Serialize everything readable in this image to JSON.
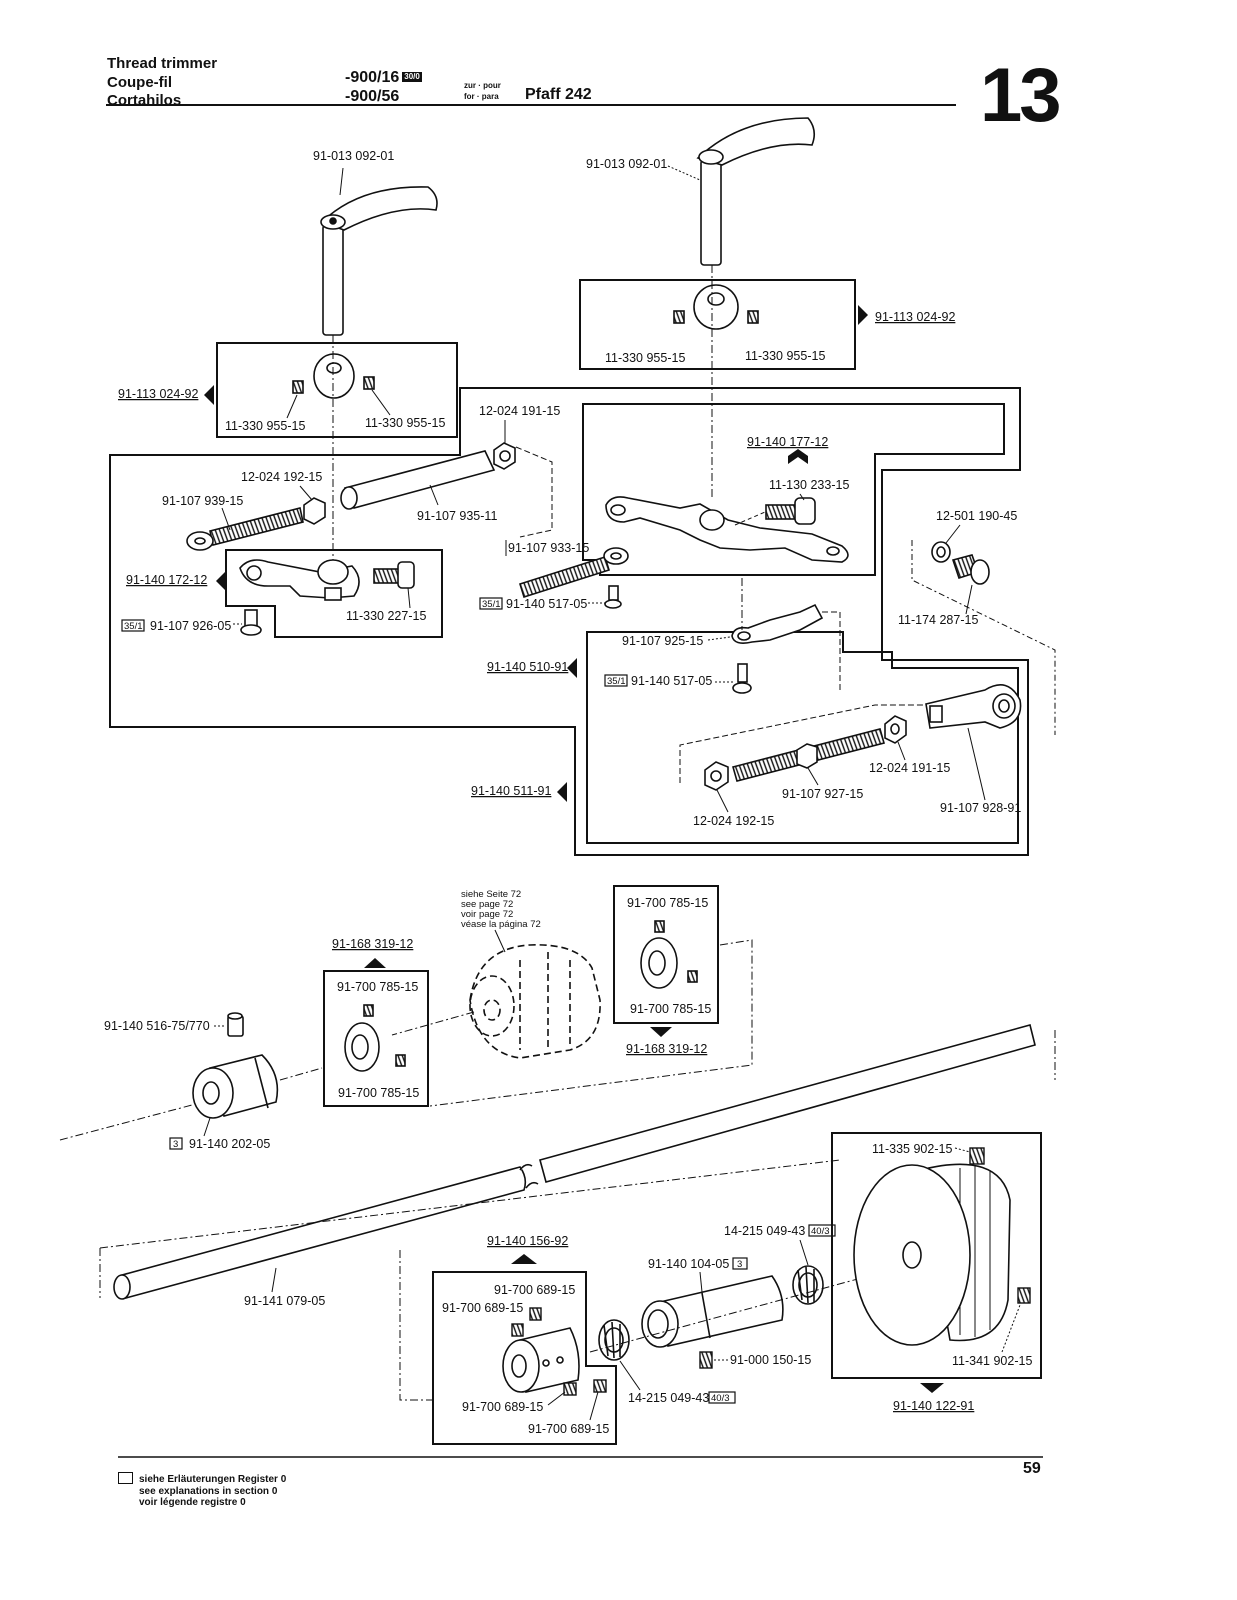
{
  "header": {
    "title_en": "Thread trimmer",
    "title_fr": "Coupe-fil",
    "title_es": "Cortahilos",
    "model_a": "-900/16",
    "model_a_badge": "30/0",
    "model_b": "-900/56",
    "for_label_1": "zur · pour",
    "for_label_2": "for · para",
    "machine": "Pfaff 242",
    "section": "13"
  },
  "parts": {
    "p_left_knife": "91-013 092-01",
    "p_right_knife": "91-013 092-01",
    "ref_113_left": "91-113 024-92",
    "ref_113_right": "91-113 024-92",
    "p_955_a": "11-330 955-15",
    "p_955_b": "11-330 955-15",
    "p_955_c": "11-330 955-15",
    "p_955_d": "11-330 955-15",
    "p_191_top": "12-024 191-15",
    "p_192_top": "12-024 192-15",
    "p_939": "91-107 939-15",
    "p_935": "91-107 935-11",
    "ref_172": "91-140 172-12",
    "p_227": "11-330 227-15",
    "p_926": "91-107 926-05",
    "badge_351": "35/1",
    "p_933": "91-107 933-15",
    "p_517_a": "91-140 517-05",
    "p_517_b": "91-140 517-05",
    "ref_177": "91-140 177-12",
    "p_233": "11-130 233-15",
    "p_190": "12-501 190-45",
    "p_287": "11-174 287-15",
    "p_925": "91-107 925-15",
    "ref_510": "91-140 510-91",
    "ref_511": "91-140 511-91",
    "p_191_bot": "12-024 191-15",
    "p_927": "91-107 927-15",
    "p_928": "91-107 928-91",
    "p_192_bot": "12-024 192-15",
    "p_516": "91-140 516-75/770",
    "ref_319_a": "91-168 319-12",
    "ref_319_b": "91-168 319-12",
    "p_785_a": "91-700 785-15",
    "p_785_b": "91-700 785-15",
    "p_785_c": "91-700 785-15",
    "p_785_d": "91-700 785-15",
    "p_202": "91-140 202-05",
    "badge_3": "3",
    "badge_403": "40/3",
    "p_079": "91-141 079-05",
    "ref_156": "91-140 156-92",
    "p_689_a": "91-700 689-15",
    "p_689_b": "91-700 689-15",
    "p_689_c": "91-700 689-15",
    "p_689_d": "91-700 689-15",
    "p_104": "91-140 104-05",
    "p_049_a": "14-215 049-43",
    "p_049_b": "14-215 049-43",
    "p_150": "91-000 150-15",
    "p_335": "11-335 902-15",
    "p_341": "11-341 902-15",
    "ref_122": "91-140 122-91"
  },
  "see_page": {
    "de": "siehe Seite 72",
    "en": "see page 72",
    "fr": "voir page 72",
    "es": "véase la página 72"
  },
  "footer": {
    "de": "siehe Erläuterungen Register 0",
    "en": "see explanations in section 0",
    "fr": "voir légende registre 0"
  },
  "page_number": "59"
}
